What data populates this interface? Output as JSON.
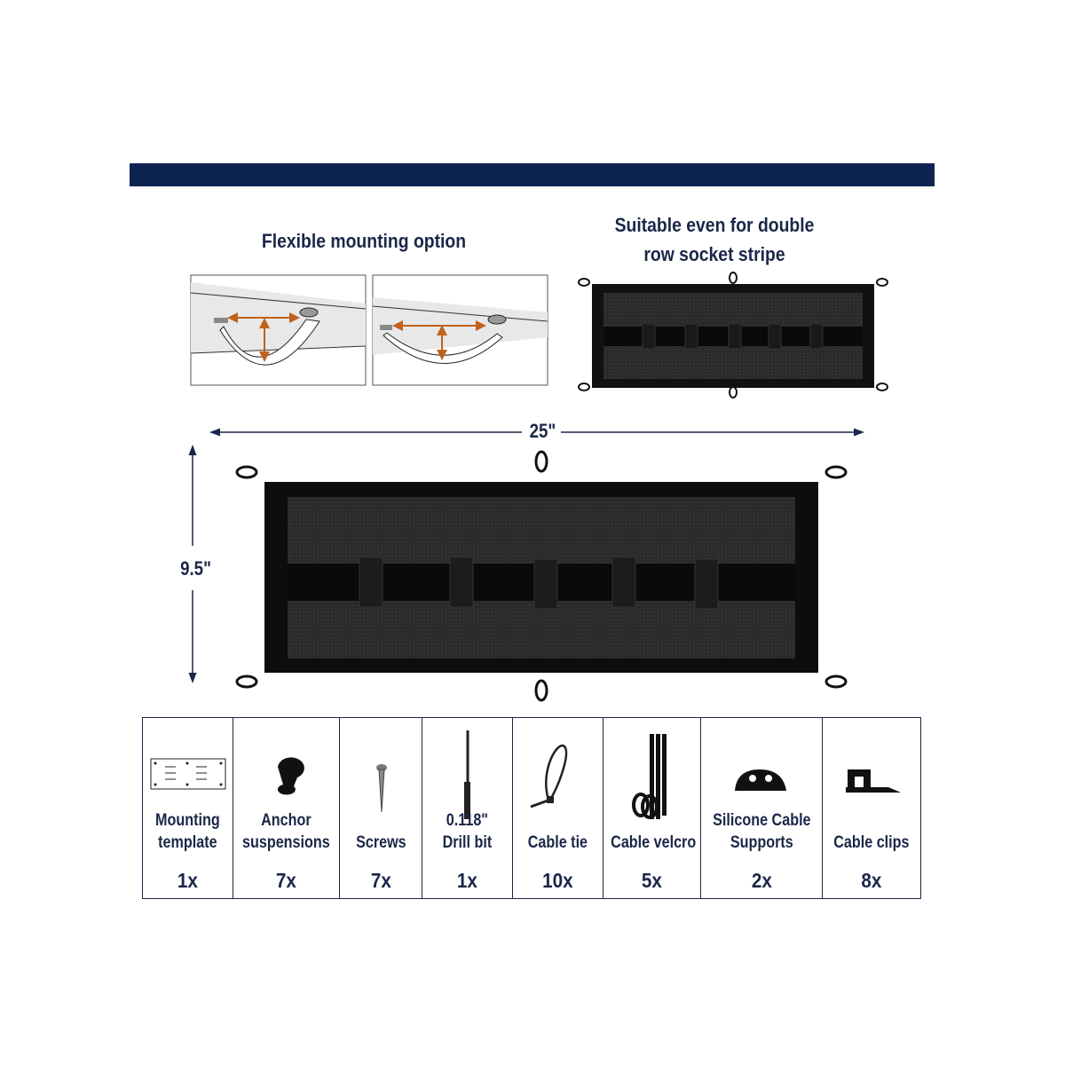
{
  "header": {
    "accent": "#0d2352"
  },
  "sections": {
    "flexible_title": "Flexible mounting option",
    "double_row_title_1": "Suitable even for double",
    "double_row_title_2": "row socket stripe"
  },
  "dimensions": {
    "width": "25\"",
    "height": "9.5\""
  },
  "contents": [
    {
      "label_1": "Mounting",
      "label_2": "template",
      "qty": "1x",
      "icon": "mounting-template-icon"
    },
    {
      "label_1": "Anchor",
      "label_2": "suspensions",
      "qty": "7x",
      "icon": "anchor-icon"
    },
    {
      "label_1": "",
      "label_2": "Screws",
      "qty": "7x",
      "icon": "screw-icon"
    },
    {
      "label_1": "0.118\"",
      "label_2": "Drill bit",
      "qty": "1x",
      "icon": "drill-bit-icon"
    },
    {
      "label_1": "",
      "label_2": "Cable tie",
      "qty": "10x",
      "icon": "cable-tie-icon"
    },
    {
      "label_1": "",
      "label_2": "Cable velcro",
      "qty": "5x",
      "icon": "velcro-icon"
    },
    {
      "label_1": "Silicone Cable",
      "label_2": "Supports",
      "qty": "2x",
      "icon": "cable-support-icon"
    },
    {
      "label_1": "",
      "label_2": "Cable clips",
      "qty": "8x",
      "icon": "cable-clip-icon"
    }
  ]
}
